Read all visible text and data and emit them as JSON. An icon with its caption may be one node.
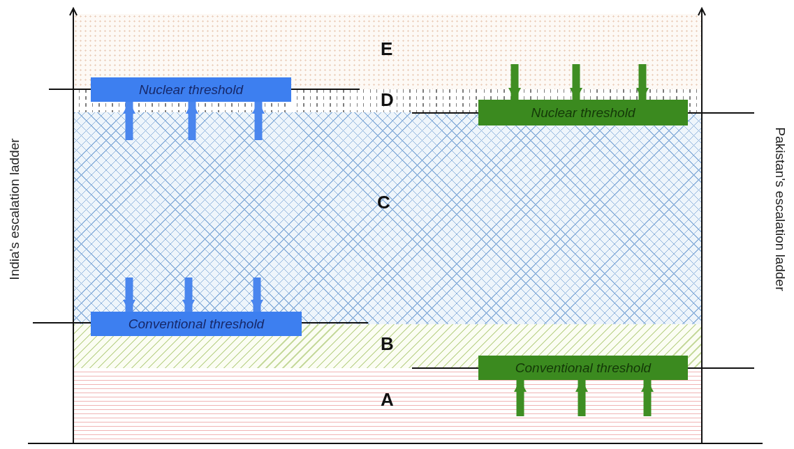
{
  "diagram": {
    "nodes": [
      {
        "text": [
          "E"
        ]
      },
      {
        "text": [
          "Nuclear threshold"
        ]
      },
      {
        "text": [
          "D"
        ]
      },
      {
        "text": [
          "Nuclear threshold"
        ]
      },
      {
        "text": [
          "C"
        ]
      },
      {
        "text": [
          "Conventional threshold"
        ]
      },
      {
        "text": [
          "B"
        ]
      },
      {
        "text": [
          "Conventional threshold"
        ]
      },
      {
        "text": [
          "A"
        ]
      }
    ],
    "edges": [
      {
        "from": 4,
        "to": 1,
        "arrow": "to"
      },
      {
        "from": 4,
        "to": 1,
        "arrow": "to"
      },
      {
        "from": 4,
        "to": 1,
        "arrow": "to"
      },
      {
        "from": 0,
        "to": 3,
        "arrow": "to",
        "color": "#3f8e23"
      },
      {
        "from": 0,
        "to": 3,
        "arrow": "to",
        "color": "#3f8e23"
      },
      {
        "from": 0,
        "to": 3,
        "arrow": "to",
        "color": "#3f8e23"
      },
      {
        "from": 4,
        "to": 5,
        "arrow": "to"
      },
      {
        "from": 4,
        "to": 5,
        "arrow": "to"
      },
      {
        "from": 4,
        "to": 5,
        "arrow": "to"
      },
      {
        "from": 8,
        "to": 7,
        "arrow": "to",
        "color": "#3f8e23"
      },
      {
        "from": 8,
        "to": 7,
        "arrow": "to",
        "color": "#3f8e23"
      },
      {
        "from": 8,
        "to": 7,
        "arrow": "to",
        "color": "#3f8e23"
      }
    ],
    "labels": [
      "India's escalation ladder",
      "Pakistan's escalation ladder"
    ]
  }
}
